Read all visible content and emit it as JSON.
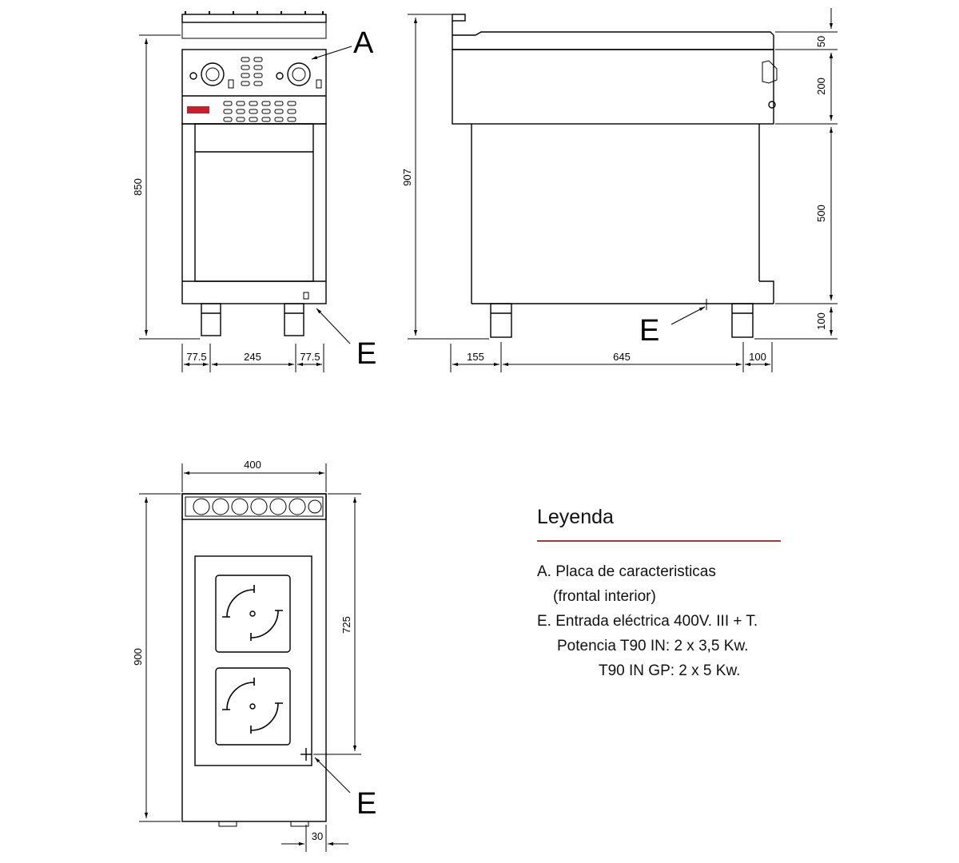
{
  "dimensions": {
    "front_width_left": "77.5",
    "front_width_mid": "245",
    "front_width_right": "77.5",
    "front_height": "850",
    "side_height": "907",
    "side_top": "50",
    "side_panel": "200",
    "side_body": "500",
    "side_legs": "100",
    "side_depth_left": "155",
    "side_depth_mid": "645",
    "side_depth_right": "100",
    "top_width": "400",
    "top_depth": "900",
    "top_inner": "725",
    "top_offset": "30"
  },
  "callouts": {
    "a_front": "A",
    "e_front": "E",
    "e_side": "E",
    "e_top": "E"
  },
  "legend": {
    "title": "Leyenda",
    "lines": [
      "A. Placa de caracteristicas",
      "(frontal interior)",
      "E. Entrada eléctrica 400V. III + T.",
      "Potencia T90 IN: 2 x 3,5 Kw.",
      "T90 IN GP: 2 x 5 Kw."
    ]
  },
  "colors": {
    "legend_rule": "#b0343a",
    "brand_badge": "#c8202a"
  }
}
